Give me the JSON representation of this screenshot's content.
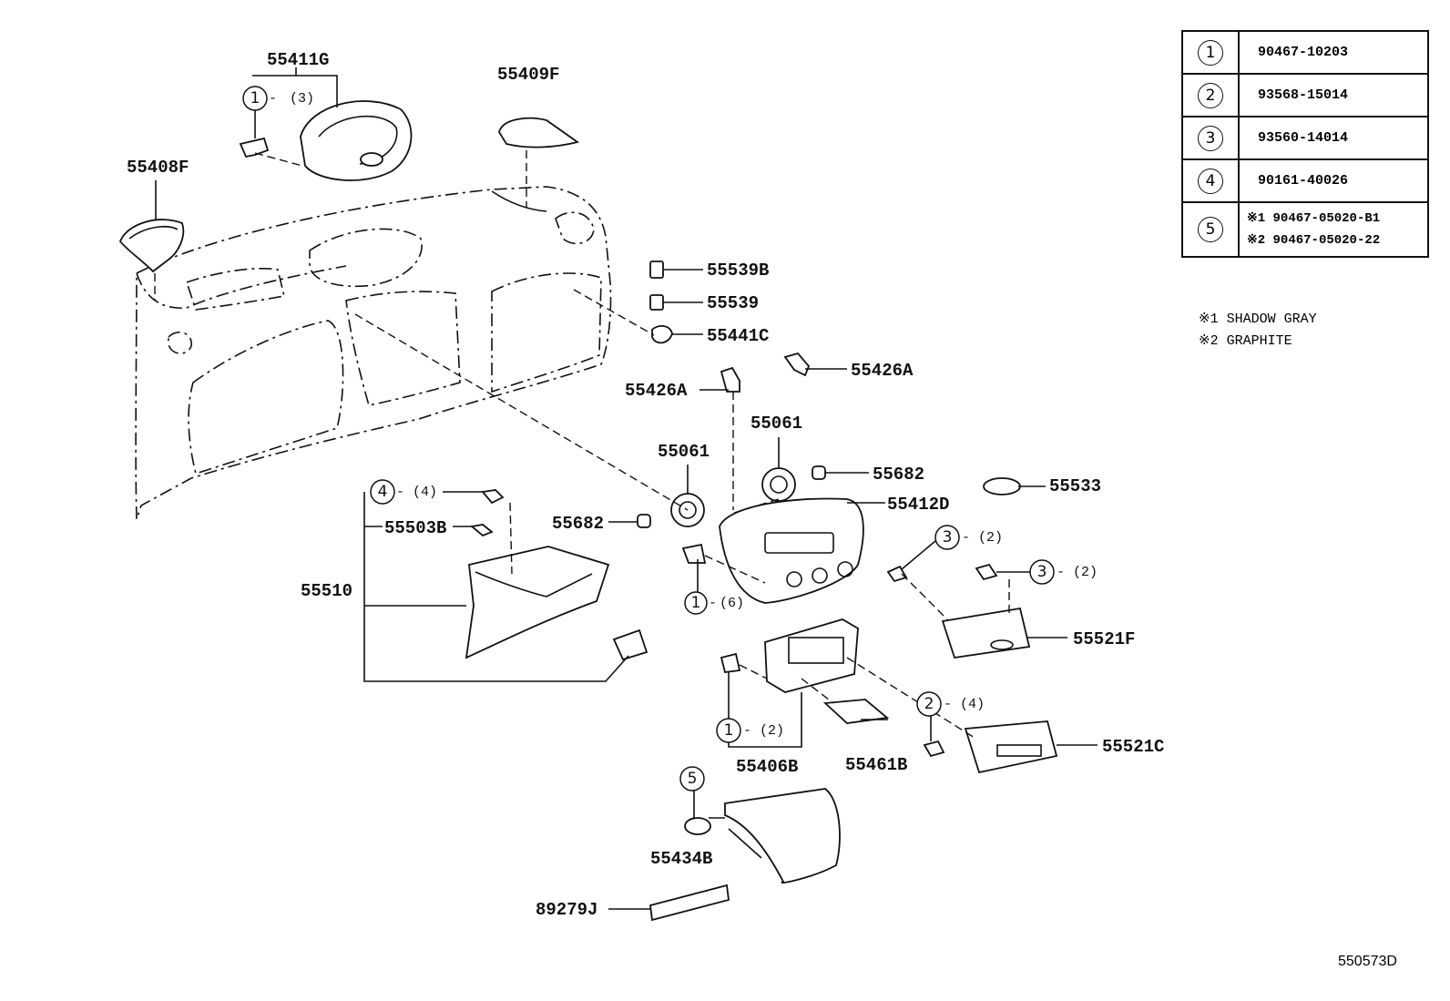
{
  "parts": {
    "p55411G": "55411G",
    "p55409F": "55409F",
    "p55408F": "55408F",
    "p55539B": "55539B",
    "p55539": "55539",
    "p55441C": "55441C",
    "p55426A_right": "55426A",
    "p55426A_left": "55426A",
    "p55061_upper": "55061",
    "p55061_lower": "55061",
    "p55682_right": "55682",
    "p55682_left": "55682",
    "p55412D": "55412D",
    "p55533": "55533",
    "p55503B": "55503B",
    "p55510": "55510",
    "p55521F": "55521F",
    "p55406B": "55406B",
    "p55461B": "55461B",
    "p55521C": "55521C",
    "p55434B": "55434B",
    "p89279J": "89279J"
  },
  "callouts": {
    "c1_top": {
      "symbol": "1",
      "qty": "(3)"
    },
    "c4": {
      "symbol": "4",
      "qty": "(4)"
    },
    "c3_upper": {
      "symbol": "3",
      "qty": "(2)"
    },
    "c3_lower": {
      "symbol": "3",
      "qty": "(2)"
    },
    "c1_mid": {
      "symbol": "1",
      "qty": "(6)"
    },
    "c2": {
      "symbol": "2",
      "qty": "(4)"
    },
    "c1_low": {
      "symbol": "1",
      "qty": "(2)"
    },
    "c5": {
      "symbol": "5"
    }
  },
  "reference_table": [
    {
      "symbol": "1",
      "part": "90467-10203"
    },
    {
      "symbol": "2",
      "part": "93568-15014"
    },
    {
      "symbol": "3",
      "part": "93560-14014"
    },
    {
      "symbol": "4",
      "part": "90161-40026"
    },
    {
      "symbol": "5",
      "line1": "※1 90467-05020-B1",
      "line2": "※2 90467-05020-22"
    }
  ],
  "notes": {
    "note1": "※1  SHADOW GRAY",
    "note2": "※2  GRAPHITE"
  },
  "diagram_code": "550573D"
}
